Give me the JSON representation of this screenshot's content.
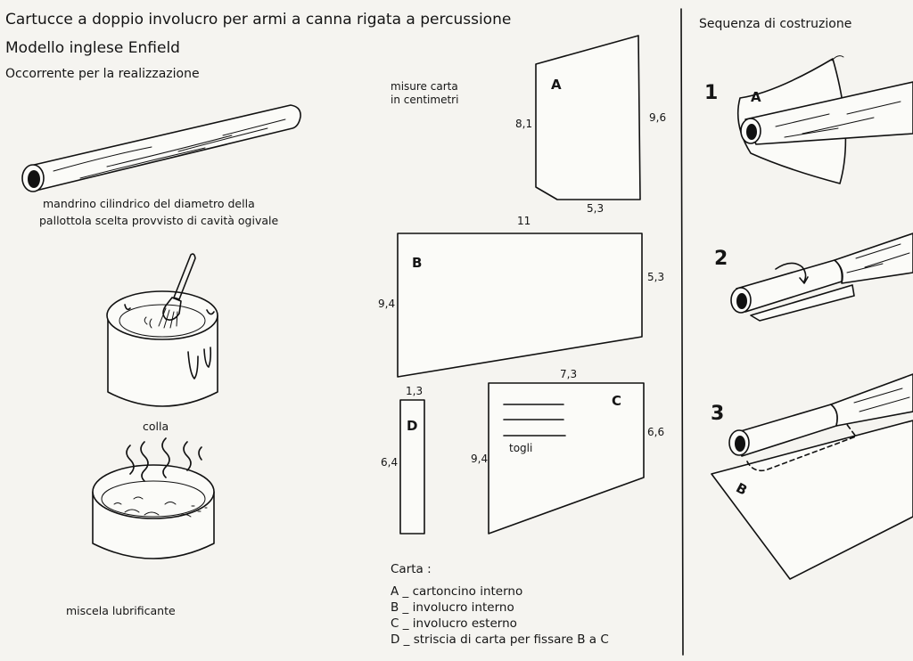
{
  "title": {
    "line1": "Cartucce a doppio involucro per armi a canna rigata a percussione",
    "line2": "Modello inglese Enfield",
    "line3": "Occorrente per la realizzazione"
  },
  "captions": {
    "mandrel_1": "mandrino cilindrico del diametro della",
    "mandrel_2": "pallottola scelta provvisto di cavità ogivale",
    "glue": "colla",
    "lubricant": "miscela lubrificante"
  },
  "measures_note": {
    "line1": "misure carta",
    "line2": "in centimetri"
  },
  "papers": {
    "A": {
      "label": "A",
      "left": "8,1",
      "right": "9,6",
      "bottom": "5,3"
    },
    "B": {
      "label": "B",
      "top": "11",
      "left": "9,4",
      "right": "5,3"
    },
    "C": {
      "label": "C",
      "top": "7,3",
      "left": "9,4",
      "right": "6,6",
      "cut_label": "togli"
    },
    "D": {
      "label": "D",
      "top": "1,3",
      "left": "6,4"
    }
  },
  "legend": {
    "heading": "Carta :",
    "items": [
      {
        "key": "A",
        "text": "A _ cartoncino interno"
      },
      {
        "key": "B",
        "text": "B _ involucro interno"
      },
      {
        "key": "C",
        "text": "C _ involucro esterno"
      },
      {
        "key": "D",
        "text": "D _ striscia di carta per fissare B a C"
      }
    ]
  },
  "sequence": {
    "heading": "Sequenza di costruzione",
    "steps": [
      {
        "number": "1",
        "paper": "A"
      },
      {
        "number": "2"
      },
      {
        "number": "3",
        "paper": "B"
      }
    ]
  }
}
